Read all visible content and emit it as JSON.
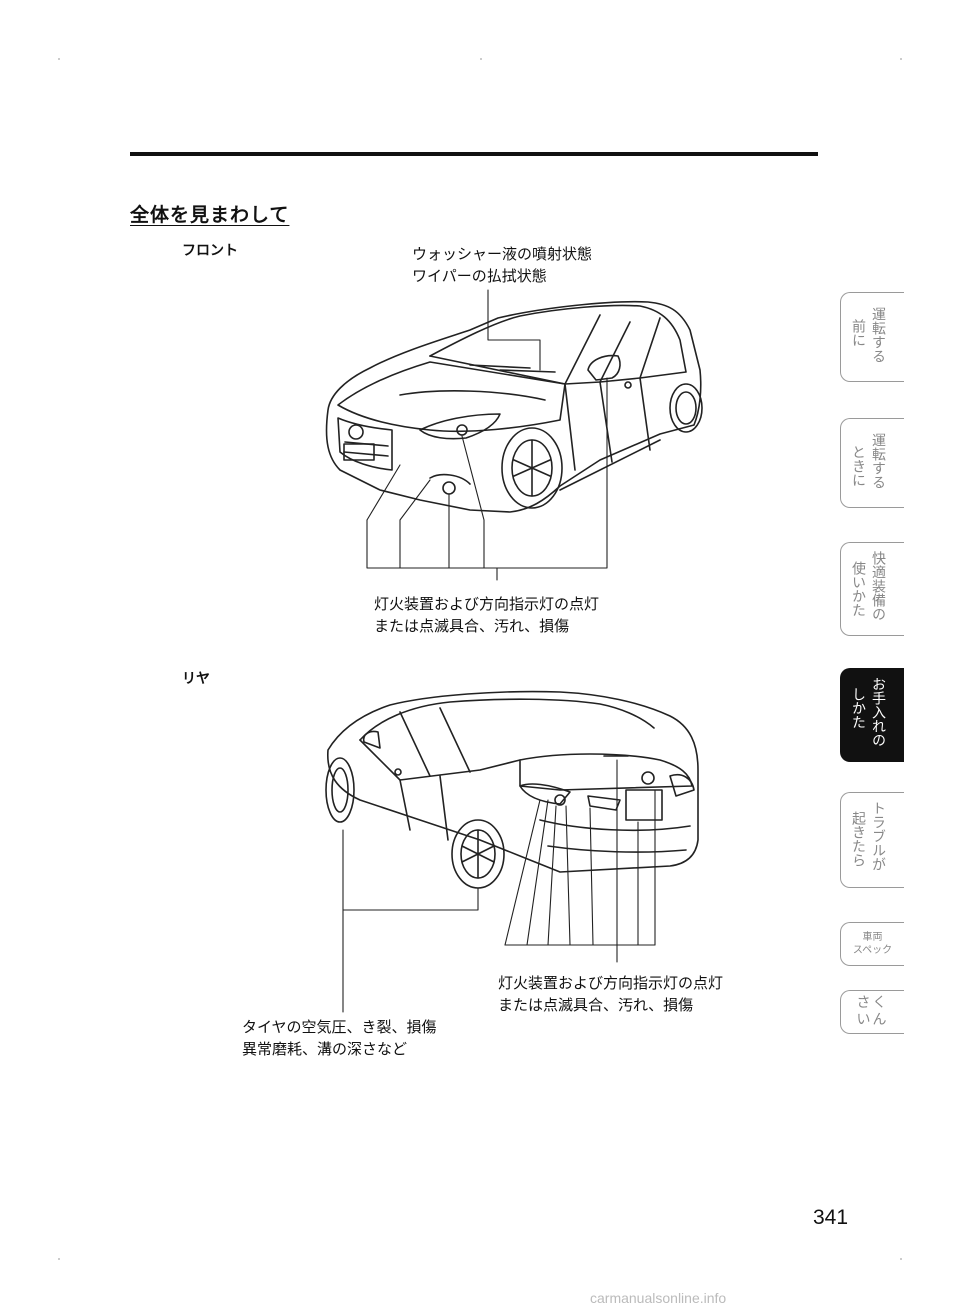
{
  "section_title": "全体を見まわして",
  "front": {
    "label": "フロント",
    "callout_top": [
      "ウォッシャー液の噴射状態",
      "ワイパーの払拭状態"
    ],
    "callout_bottom": [
      "灯火装置および方向指示灯の点灯",
      "または点滅具合、汚れ、損傷"
    ]
  },
  "rear": {
    "label": "リヤ",
    "callout_lights": [
      "灯火装置および方向指示灯の点灯",
      "または点滅具合、汚れ、損傷"
    ],
    "callout_tires": [
      "タイヤの空気圧、き裂、損傷",
      "異常磨耗、溝の深さなど"
    ]
  },
  "tabs": [
    {
      "col1": "運転する",
      "col2": "前に",
      "active": false
    },
    {
      "col1": "運転する",
      "col2": "ときに",
      "active": false
    },
    {
      "col1": "快適装備の",
      "col2": "使いかた",
      "active": false
    },
    {
      "col1": "お手入れの",
      "col2": "しかた",
      "active": true
    },
    {
      "col1": "トラブルが",
      "col2": "起きたら",
      "active": false
    }
  ],
  "tab_spec": [
    "車両",
    "スペック"
  ],
  "tab_index": [
    "さく",
    "いん"
  ],
  "page_number": "341",
  "watermark": "carmanualsonline.info"
}
